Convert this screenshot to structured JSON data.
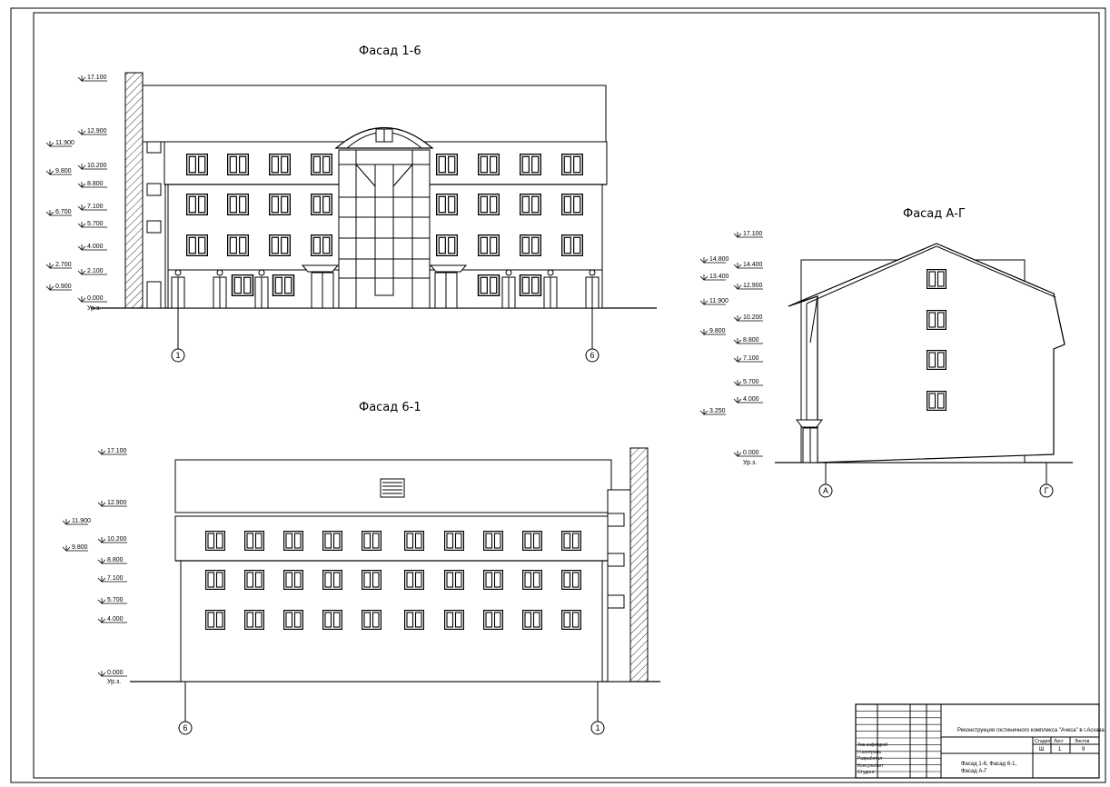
{
  "views": {
    "front": {
      "title": "Фасад 1-6",
      "level_label": "Ур.з.",
      "axis_left": "1",
      "axis_right": "6",
      "right_levels": [
        "17.100",
        "12.900",
        "10.200",
        "8.800",
        "7.100",
        "5.700",
        "4.000",
        "2.100",
        "0.000"
      ],
      "left_levels": [
        "11.900",
        "9.800",
        "6.700",
        "2.700",
        "0.900"
      ]
    },
    "rear": {
      "title": "Фасад 6-1",
      "level_label": "Ур.з.",
      "axis_left": "6",
      "axis_right": "1",
      "right_levels": [
        "17.100",
        "12.900",
        "10.200",
        "8.800",
        "7.100",
        "5.700",
        "4.000",
        "0.000"
      ],
      "left_levels": [
        "11.900",
        "9.800"
      ]
    },
    "side": {
      "title": "Фасад А-Г",
      "level_label": "Ур.з.",
      "axis_left": "А",
      "axis_right": "Г",
      "right_levels": [
        "17.100",
        "14.400",
        "12.900",
        "10.200",
        "8.800",
        "7.100",
        "5.700",
        "4.000",
        "0.000"
      ],
      "left_levels": [
        "14.800",
        "13.400",
        "11.900",
        "9.800",
        "3.250"
      ]
    }
  },
  "title_block": {
    "project": "Реконструкция гостиничного комплекса \"Ачеса\" в г.Асхаза",
    "stage_header": "Стадия",
    "sheet_header": "Лист",
    "sheets_header": "Листов",
    "stage": "Ш",
    "sheet": "1",
    "sheets": "9",
    "sheet_title_1": "Фасад 1-6, Фасад 6-1,",
    "sheet_title_2": "Фасад А-Г",
    "roles": [
      "Зав.кафедрой",
      "Н.контроль",
      "Разработал",
      "Консультант",
      "Студент"
    ]
  }
}
